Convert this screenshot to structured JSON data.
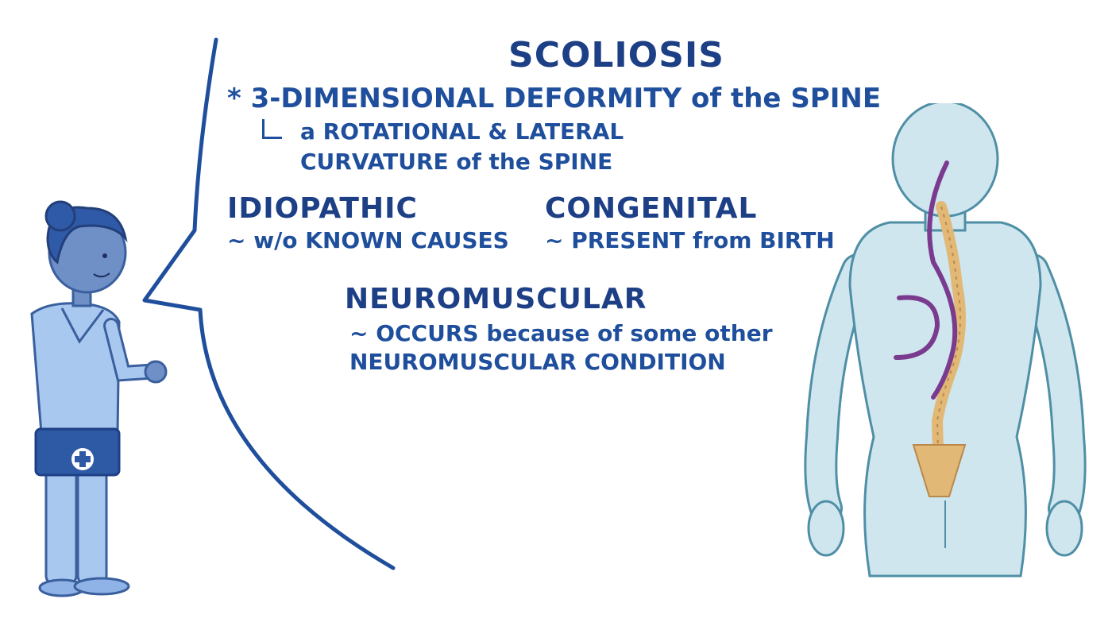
{
  "title": "SCOLIOSIS",
  "definition": {
    "main": "* 3-DIMENSIONAL DEFORMITY of the SPINE",
    "sub_line1": "a ROTATIONAL & LATERAL",
    "sub_line2": "CURVATURE of the SPINE"
  },
  "types": {
    "idiopathic": {
      "heading": "IDIOPATHIC",
      "description": "~ w/o KNOWN CAUSES"
    },
    "congenital": {
      "heading": "CONGENITAL",
      "description": "~ PRESENT from BIRTH"
    },
    "neuromuscular": {
      "heading": "NEUROMUSCULAR",
      "description_line1": "~ OCCURS because of some other",
      "description_line2": "NEUROMUSCULAR CONDITION"
    }
  },
  "colors": {
    "text": "#1f4f9c",
    "body_fill": "#cfe6ef",
    "body_stroke": "#4f8fa6",
    "spine": "#e2b877",
    "curve": "#7a3b8f",
    "nurse_fill": "#a9c8ef",
    "nurse_stroke": "#3a5f9e"
  },
  "icons": [
    "medical-cross-icon"
  ]
}
